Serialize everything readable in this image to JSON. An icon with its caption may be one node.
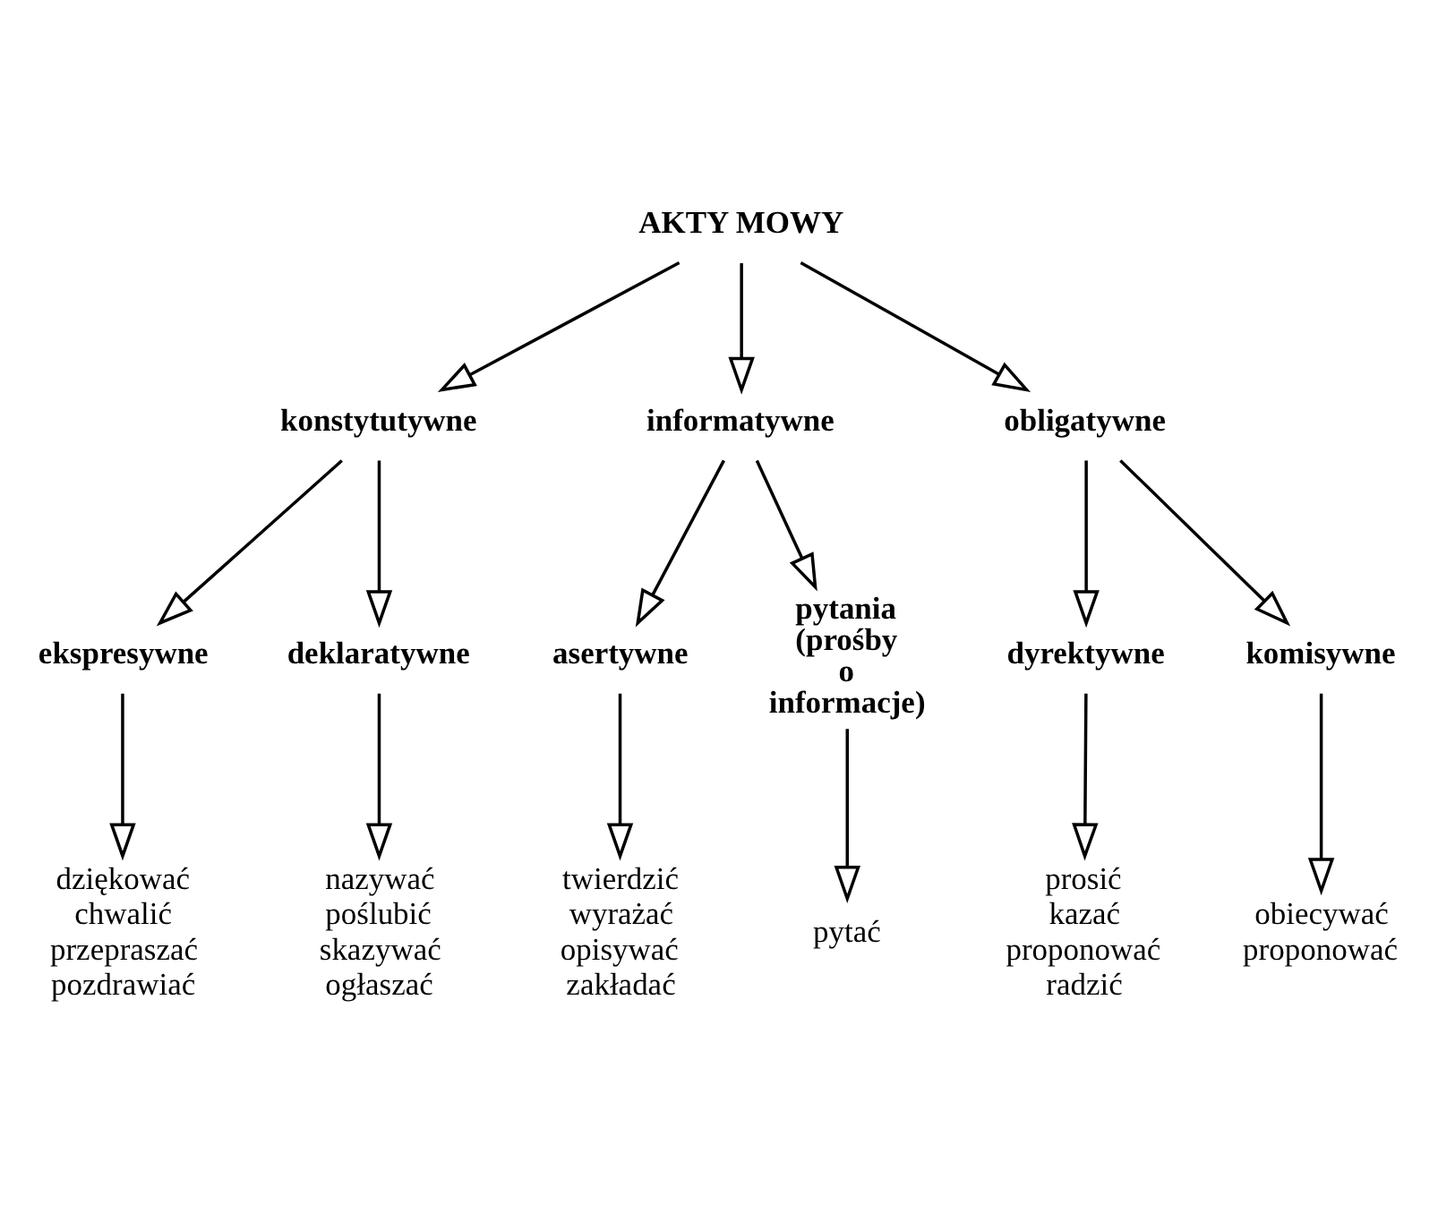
{
  "diagram": {
    "nodes": [
      {
        "text": [
          "AKTY MOWY"
        ]
      },
      {
        "text": [
          "konstytutywne"
        ]
      },
      {
        "text": [
          "informatywne"
        ]
      },
      {
        "text": [
          "obligatywne"
        ]
      },
      {
        "text": [
          "ekspresywne"
        ]
      },
      {
        "text": [
          "deklaratywne"
        ]
      },
      {
        "text": [
          "asertywne"
        ]
      },
      {
        "text": [
          "pytania (prośby o informacje)"
        ]
      },
      {
        "text": [
          "dyrektywne"
        ]
      },
      {
        "text": [
          "komisywne"
        ]
      },
      {
        "text": [
          "dziękować",
          "chwalić",
          "przepraszać",
          "pozdrawiać"
        ]
      },
      {
        "text": [
          "nazywać",
          "poślubić",
          "skazywać",
          "ogłaszać"
        ]
      },
      {
        "text": [
          "twierdzić",
          "wyrażać",
          "opisywać",
          "zakładać"
        ]
      },
      {
        "text": [
          "pytać"
        ]
      },
      {
        "text": [
          "prosić",
          "kazać",
          "proponować",
          "radzić"
        ]
      },
      {
        "text": [
          "obiecywać",
          "proponować"
        ]
      }
    ],
    "edges": [
      {
        "from": 0,
        "to": 1,
        "arrow": "to"
      },
      {
        "from": 0,
        "to": 2,
        "arrow": "to"
      },
      {
        "from": 0,
        "to": 3,
        "arrow": "to"
      },
      {
        "from": 1,
        "to": 4,
        "arrow": "to"
      },
      {
        "from": 1,
        "to": 5,
        "arrow": "to"
      },
      {
        "from": 2,
        "to": 6,
        "arrow": "to"
      },
      {
        "from": 2,
        "to": 7,
        "arrow": "to"
      },
      {
        "from": 3,
        "to": 8,
        "arrow": "to"
      },
      {
        "from": 3,
        "to": 9,
        "arrow": "to"
      },
      {
        "from": 4,
        "to": 10,
        "arrow": "to"
      },
      {
        "from": 5,
        "to": 11,
        "arrow": "to"
      },
      {
        "from": 6,
        "to": 12,
        "arrow": "to"
      },
      {
        "from": 7,
        "to": 13,
        "arrow": "to"
      },
      {
        "from": 8,
        "to": 14,
        "arrow": "to"
      },
      {
        "from": 9,
        "to": 15,
        "arrow": "to"
      }
    ]
  }
}
